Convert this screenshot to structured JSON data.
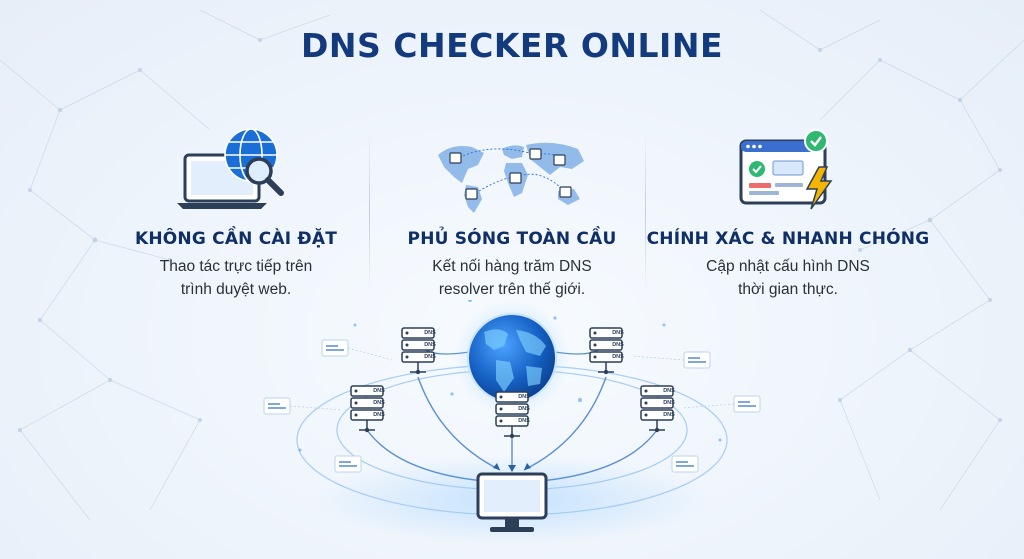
{
  "title": "DNS CHECKER ONLINE",
  "features": [
    {
      "icon": "laptop-globe-search-icon",
      "heading": "KHÔNG CẦN CÀI ĐẶT",
      "lines": [
        "Thao tác trực tiếp trên",
        "trình duyệt web."
      ]
    },
    {
      "icon": "world-map-servers-icon",
      "heading": "PHỦ SÓNG TOÀN CẦU",
      "lines": [
        "Kết nối hàng trăm DNS",
        "resolver trên thế giới."
      ]
    },
    {
      "icon": "browser-check-lightning-icon",
      "heading": "CHÍNH XÁC & NHANH CHÓNG",
      "lines": [
        "Cập nhật cấu hình DNS",
        "thời gian thực."
      ]
    }
  ],
  "diagram": {
    "server_label": "DNS",
    "nodes": [
      "dns-server",
      "dns-server",
      "dns-server",
      "dns-server",
      "dns-server",
      "globe",
      "monitor"
    ]
  },
  "colors": {
    "title": "#133a7c",
    "heading": "#0f2f66",
    "accent": "#1a73e8",
    "globe": "#1561c4",
    "check": "#2eb872",
    "lightning": "#f5b400"
  }
}
